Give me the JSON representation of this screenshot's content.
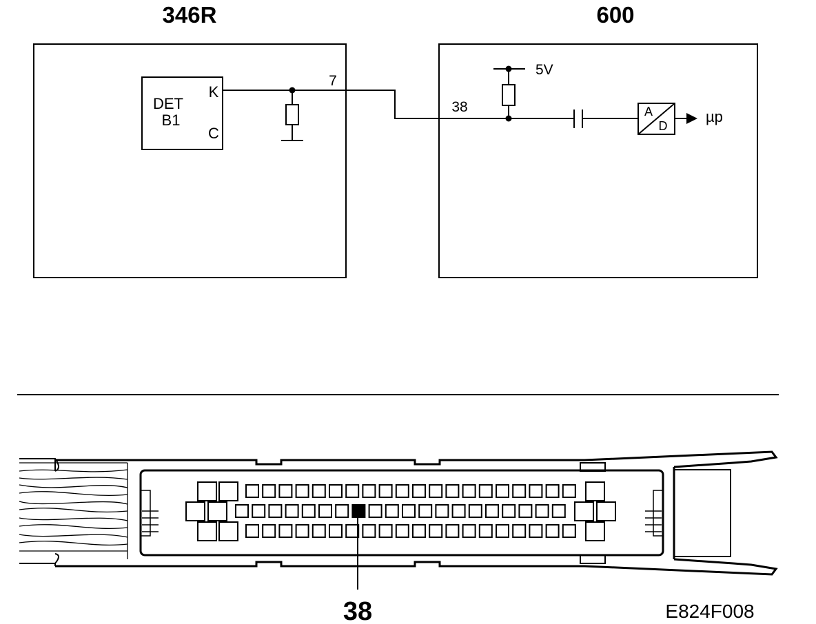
{
  "modules": {
    "left": {
      "title": "346R"
    },
    "right": {
      "title": "600"
    }
  },
  "detector": {
    "line1": "DET",
    "line2": "B1",
    "pin_k": "K",
    "pin_c": "C"
  },
  "wires": {
    "left_pin": "7",
    "right_pin": "38"
  },
  "supply": {
    "label": "5V"
  },
  "converter": {
    "label_a": "A",
    "label_d": "D",
    "output_label": "µp"
  },
  "connector": {
    "highlighted_pin": "38",
    "highlight_row": 2,
    "highlight_index": 7
  },
  "figure_id": "E824F008"
}
